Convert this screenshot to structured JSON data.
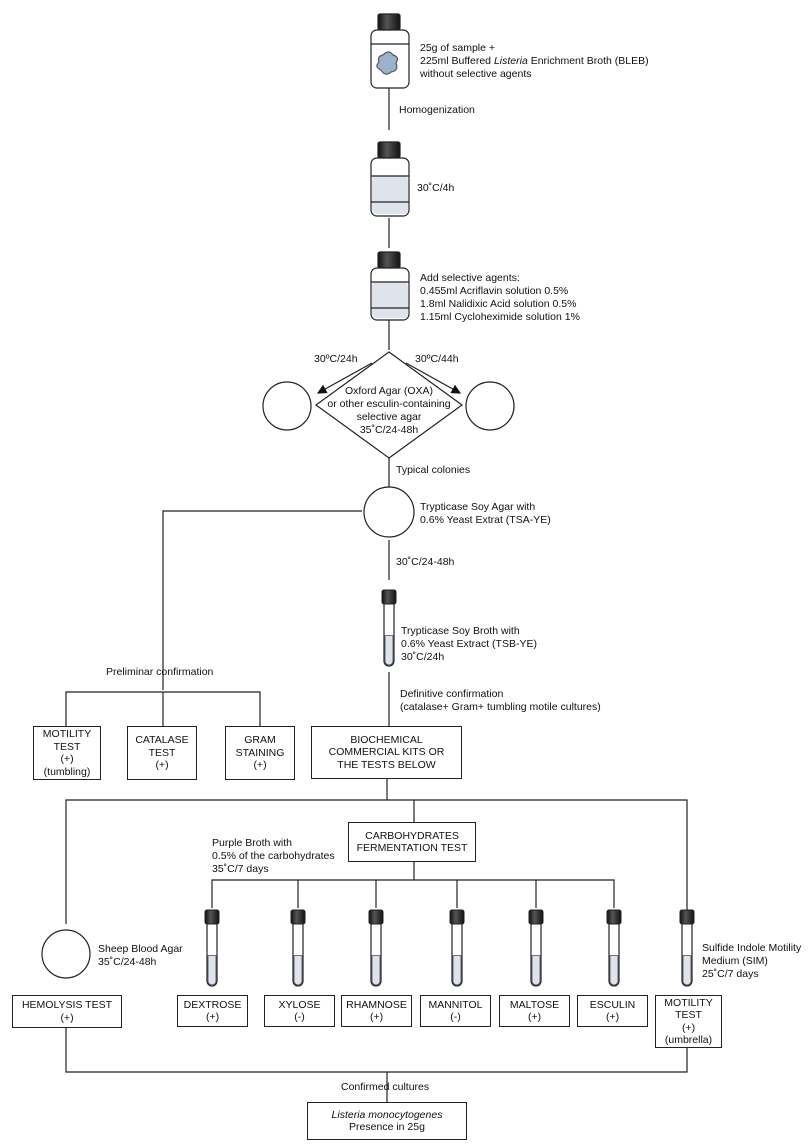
{
  "start": {
    "line1": "25g of sample +",
    "line2_pre": "225ml Buffered ",
    "line2_it": "Listeria",
    "line2_post": " Enrichment Broth (BLEB)",
    "line3": "without selective agents"
  },
  "homogenization": "Homogenization",
  "incubation1": "30˚C/4h",
  "selective": {
    "title": "Add selective agents:",
    "items": [
      "0.455ml Acriflavin solution 0.5%",
      "1.8ml Nalidixic Acid solution 0.5%",
      "1.15ml Cycloheximide solution 1%"
    ]
  },
  "branch_left": "30ºC/24h",
  "branch_right": "30ºC/44h",
  "oxford": [
    "Oxford Agar (OXA)",
    "or other esculin-containing",
    "selective agar",
    "35˚C/24-48h"
  ],
  "typical_colonies": "Typical colonies",
  "tsa": [
    "Trypticase Soy Agar with",
    "0.6% Yeast Extrat (TSA-YE)"
  ],
  "incubation2": "30˚C/24-48h",
  "tsb": [
    "Trypticase Soy Broth with",
    "0.6% Yeast Extract (TSB-YE)",
    "30˚C/24h"
  ],
  "preliminar": "Preliminar confirmation",
  "definitive": [
    "Definitive confirmation",
    "(catalase+ Gram+  tumbling motile cultures)"
  ],
  "prelim_tests": [
    {
      "lines": [
        "MOTILITY",
        "TEST",
        "(+)",
        "(tumbling)"
      ]
    },
    {
      "lines": [
        "CATALASE",
        "TEST",
        "(+)"
      ]
    },
    {
      "lines": [
        "GRAM",
        "STAINING",
        "(+)"
      ]
    }
  ],
  "biochem": [
    "BIOCHEMICAL",
    "COMMERCIAL KITS OR",
    "THE TESTS BELOW"
  ],
  "carbo": [
    "CARBOHYDRATES",
    "FERMENTATION TEST"
  ],
  "purple": [
    "Purple Broth with",
    "0.5% of the carbohydrates",
    "35˚C/7 days"
  ],
  "sheep": [
    "Sheep Blood Agar",
    "35˚C/24-48h"
  ],
  "sim": [
    "Sulfide Indole Motility",
    "Medium (SIM)",
    "25˚C/7 days"
  ],
  "hemolysis": [
    "HEMOLYSIS TEST",
    "(+)"
  ],
  "sugars": [
    {
      "name": "DEXTROSE",
      "result": "(+)"
    },
    {
      "name": "XYLOSE",
      "result": "(-)"
    },
    {
      "name": "RHAMNOSE",
      "result": "(+)"
    },
    {
      "name": "MANNITOL",
      "result": "(-)"
    },
    {
      "name": "MALTOSE",
      "result": "(+)"
    },
    {
      "name": "ESCULIN",
      "result": "(+)"
    }
  ],
  "motility2": [
    "MOTILITY",
    "TEST",
    "(+)",
    "(umbrella)"
  ],
  "confirmed": "Confirmed cultures",
  "final": {
    "line1": "Listeria monocytogenes",
    "line2": "Presence in 25g"
  }
}
